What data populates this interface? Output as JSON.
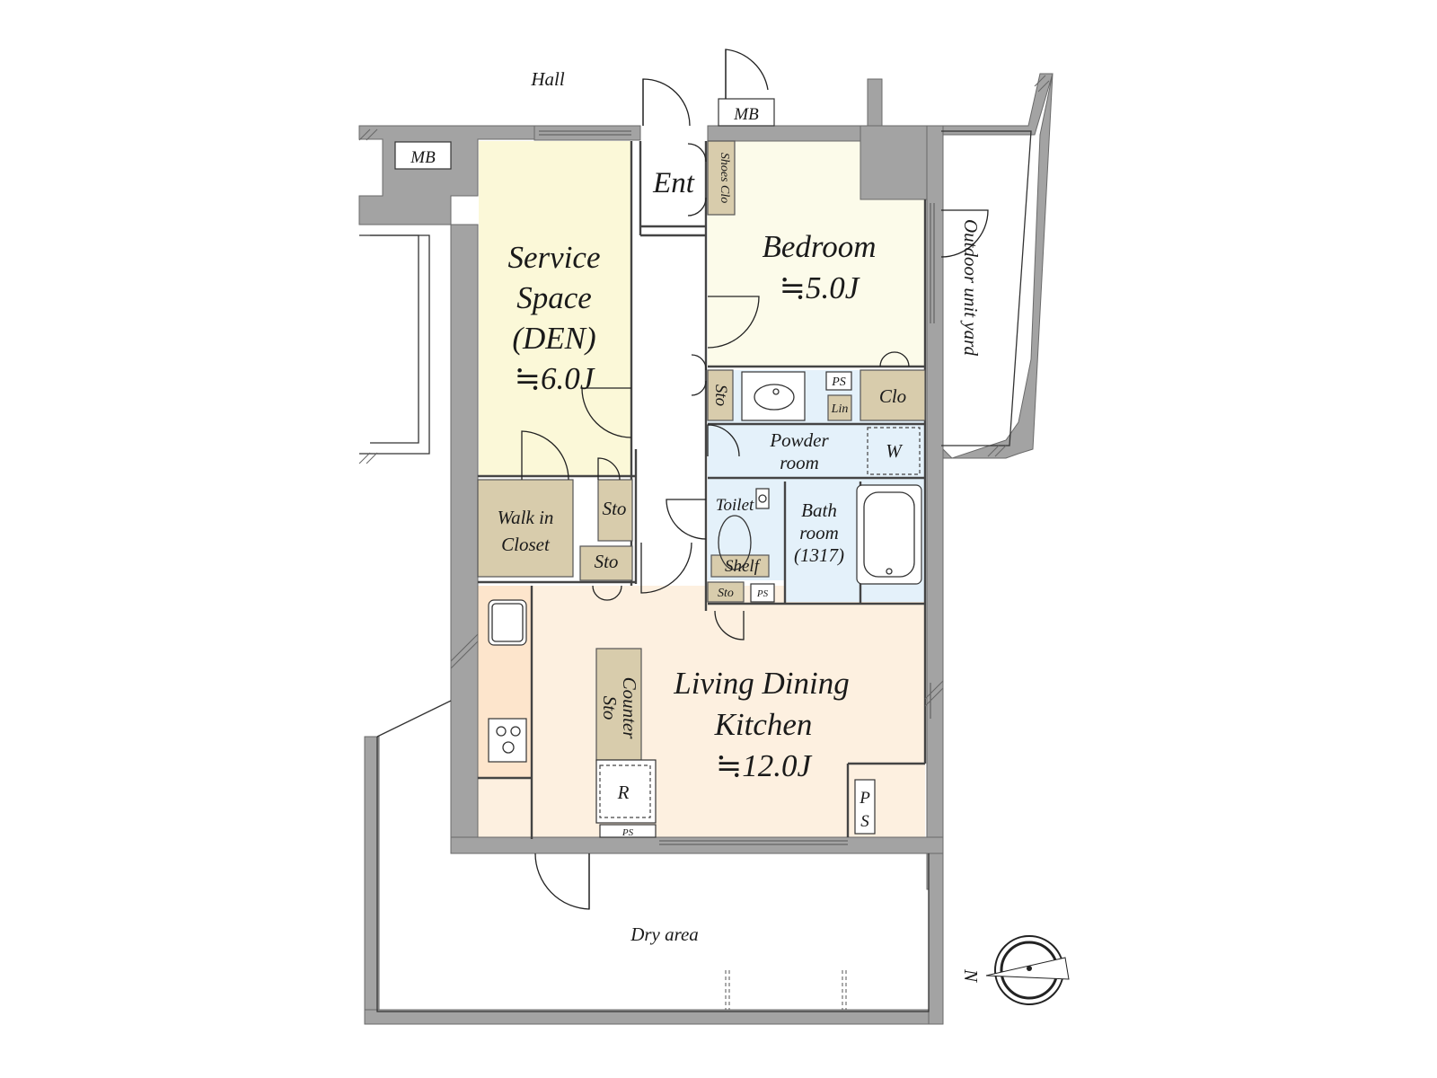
{
  "labels": {
    "hall": "Hall",
    "mb_left": "MB",
    "mb_top": "MB",
    "entrance": "Ent",
    "shoes_closet": "Shoes Clo",
    "service_space_line1": "Service",
    "service_space_line2": "Space",
    "service_space_line3": "(DEN)",
    "service_space_area": "≒6.0J",
    "bedroom": "Bedroom",
    "bedroom_area": "≒5.0J",
    "outdoor_unit_yard": "Outdoor unit yard",
    "storage_washroom": "Sto",
    "ps_washroom": "PS",
    "linen": "Lin",
    "closet": "Clo",
    "powder_room_line1": "Powder",
    "powder_room_line2": "room",
    "washer": "W",
    "walk_in_closet_line1": "Walk in",
    "walk_in_closet_line2": "Closet",
    "storage_upper": "Sto",
    "storage_lower": "Sto",
    "toilet": "Toilet",
    "shelf": "Shelf",
    "bathroom_line1": "Bath",
    "bathroom_line2": "room",
    "bathroom_line3": "(1317)",
    "storage_toilet": "Sto",
    "ps_toilet": "PS",
    "counter_storage_line1": "Counter",
    "counter_storage_line2": "Sto",
    "ldk_line1": "Living Dining",
    "ldk_line2": "Kitchen",
    "ldk_area": "≒12.0J",
    "refrigerator": "R",
    "ps_kitchen": "PS",
    "ps_right_line1": "P",
    "ps_right_line2": "S",
    "dry_area": "Dry area",
    "north": "N"
  },
  "colors": {
    "wall": "#a3a3a3",
    "service_space": "#fbf8d8",
    "bedroom": "#fcfbea",
    "ldk": "#fdf0e0",
    "wet_area": "#e4f1fa",
    "storage": "#d8ccac"
  }
}
